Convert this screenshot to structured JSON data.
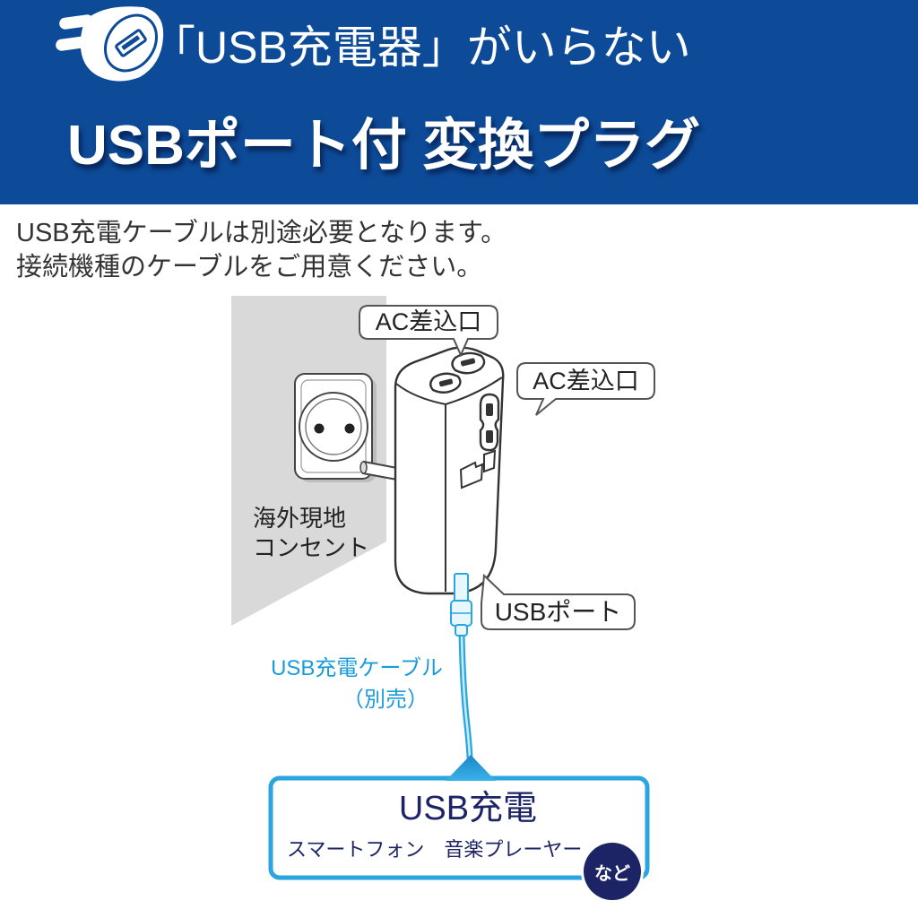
{
  "colors": {
    "banner_bg": "#0d4b99",
    "banner_text": "#ffffff",
    "note_text": "#333333",
    "cable_blue": "#2aa5e0",
    "label_blue": "#1a9cd8",
    "navy": "#1c2466",
    "wall_gray": "#d9d9d9"
  },
  "banner": {
    "icon": "usb-charger-icon",
    "tagline": "「USB充電器」がいらない",
    "title": "USBポート付 変換プラグ"
  },
  "notes": [
    "USB充電ケーブルは別途必要となります。",
    "接続機種のケーブルをご用意ください。"
  ],
  "illustration": {
    "outlet_label": [
      "海外現地",
      "コンセント"
    ],
    "callout_top": "AC差込口",
    "callout_side": "AC差込口",
    "callout_usb": "USBポート",
    "cable_label": "USB充電ケーブル",
    "cable_note": "（別売）"
  },
  "devices_box": {
    "title": "USB充電",
    "examples": "スマートフォン　音楽プレーヤー",
    "badge": "など"
  }
}
